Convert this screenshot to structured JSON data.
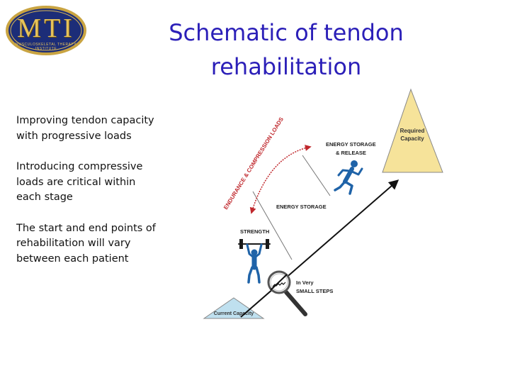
{
  "logo": {
    "text": "MTI",
    "tagline": "MUSCULOSKELETAL THERAPY INSTITUTE"
  },
  "title": {
    "line1": "Schematic of tendon",
    "line2": "rehabilitation"
  },
  "bullets": [
    "Improving tendon capacity with progressive loads",
    "Introducing compressive loads are critical within each stage",
    "The start and end points of rehabilitation will vary between each patient"
  ],
  "diagram": {
    "required_capacity": [
      "Required",
      "Capacity"
    ],
    "current_capacity": "Current Capacity",
    "energy_release": [
      "ENERGY STORAGE",
      "& RELEASE"
    ],
    "energy_storage": "ENERGY STORAGE",
    "strength": "STRENGTH",
    "small_steps": [
      "In Very",
      "SMALL STEPS"
    ],
    "curve_label": "ENDURANCE & COMPRESSION LOADS"
  },
  "colors": {
    "title": "#2b1fb8",
    "required_fill": "#f6e39a",
    "current_fill": "#bfe0ef",
    "arrow_red": "#c0282d",
    "figure_blue": "#1f63a8"
  }
}
